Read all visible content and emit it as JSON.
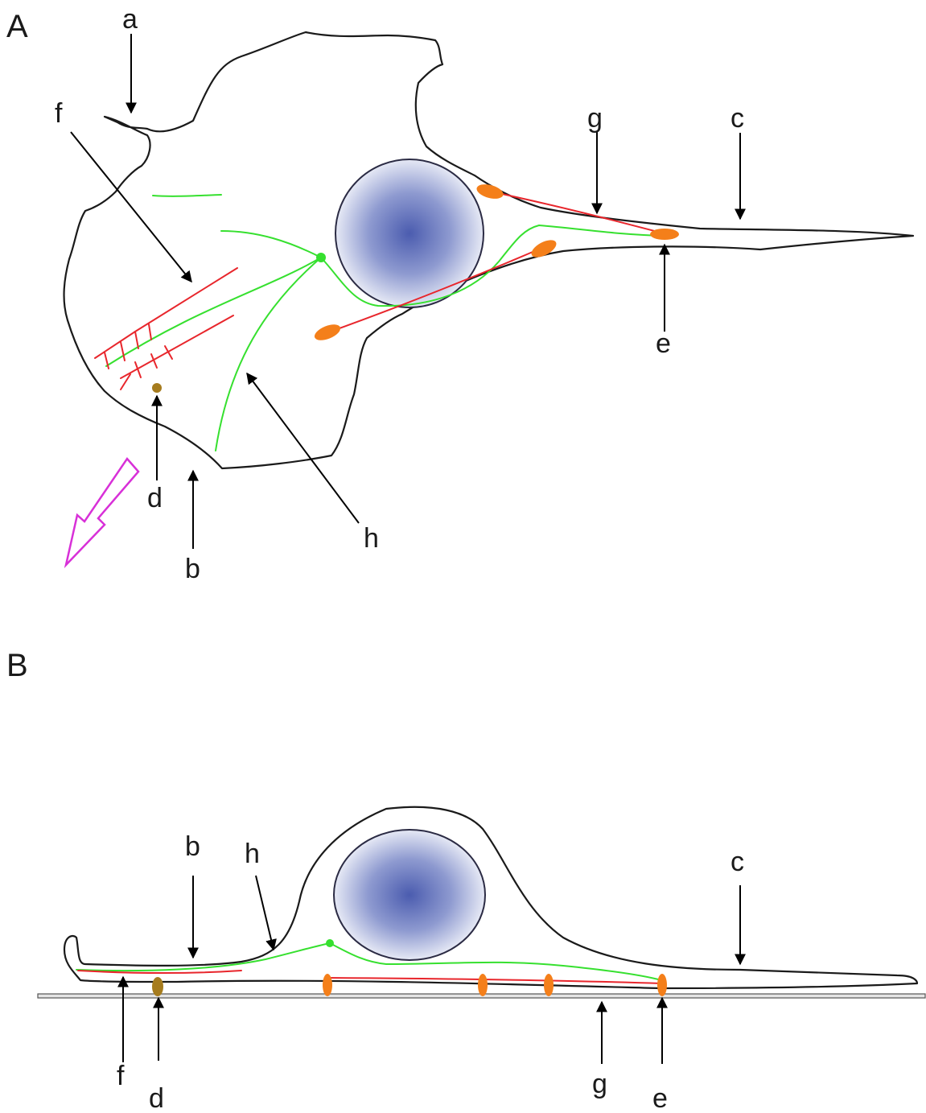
{
  "panels": {
    "A": {
      "label": "A",
      "annotations": {
        "a": "a",
        "b": "b",
        "c": "c",
        "d": "d",
        "e": "e",
        "f": "f",
        "g": "g",
        "h": "h"
      }
    },
    "B": {
      "label": "B",
      "annotations": {
        "b": "b",
        "c": "c",
        "d": "d",
        "e": "e",
        "f": "f",
        "g": "g",
        "h": "h"
      }
    }
  },
  "colors": {
    "actin_stress_fiber": "#e8262c",
    "microtubule": "#36e02f",
    "focal_adhesion": "#f47f1a",
    "focal_complex": "#a67c1e",
    "direction_arrow": "#d830d8",
    "nucleus_center": "#4b5caf",
    "nucleus_edge": "#e6e9f5"
  }
}
